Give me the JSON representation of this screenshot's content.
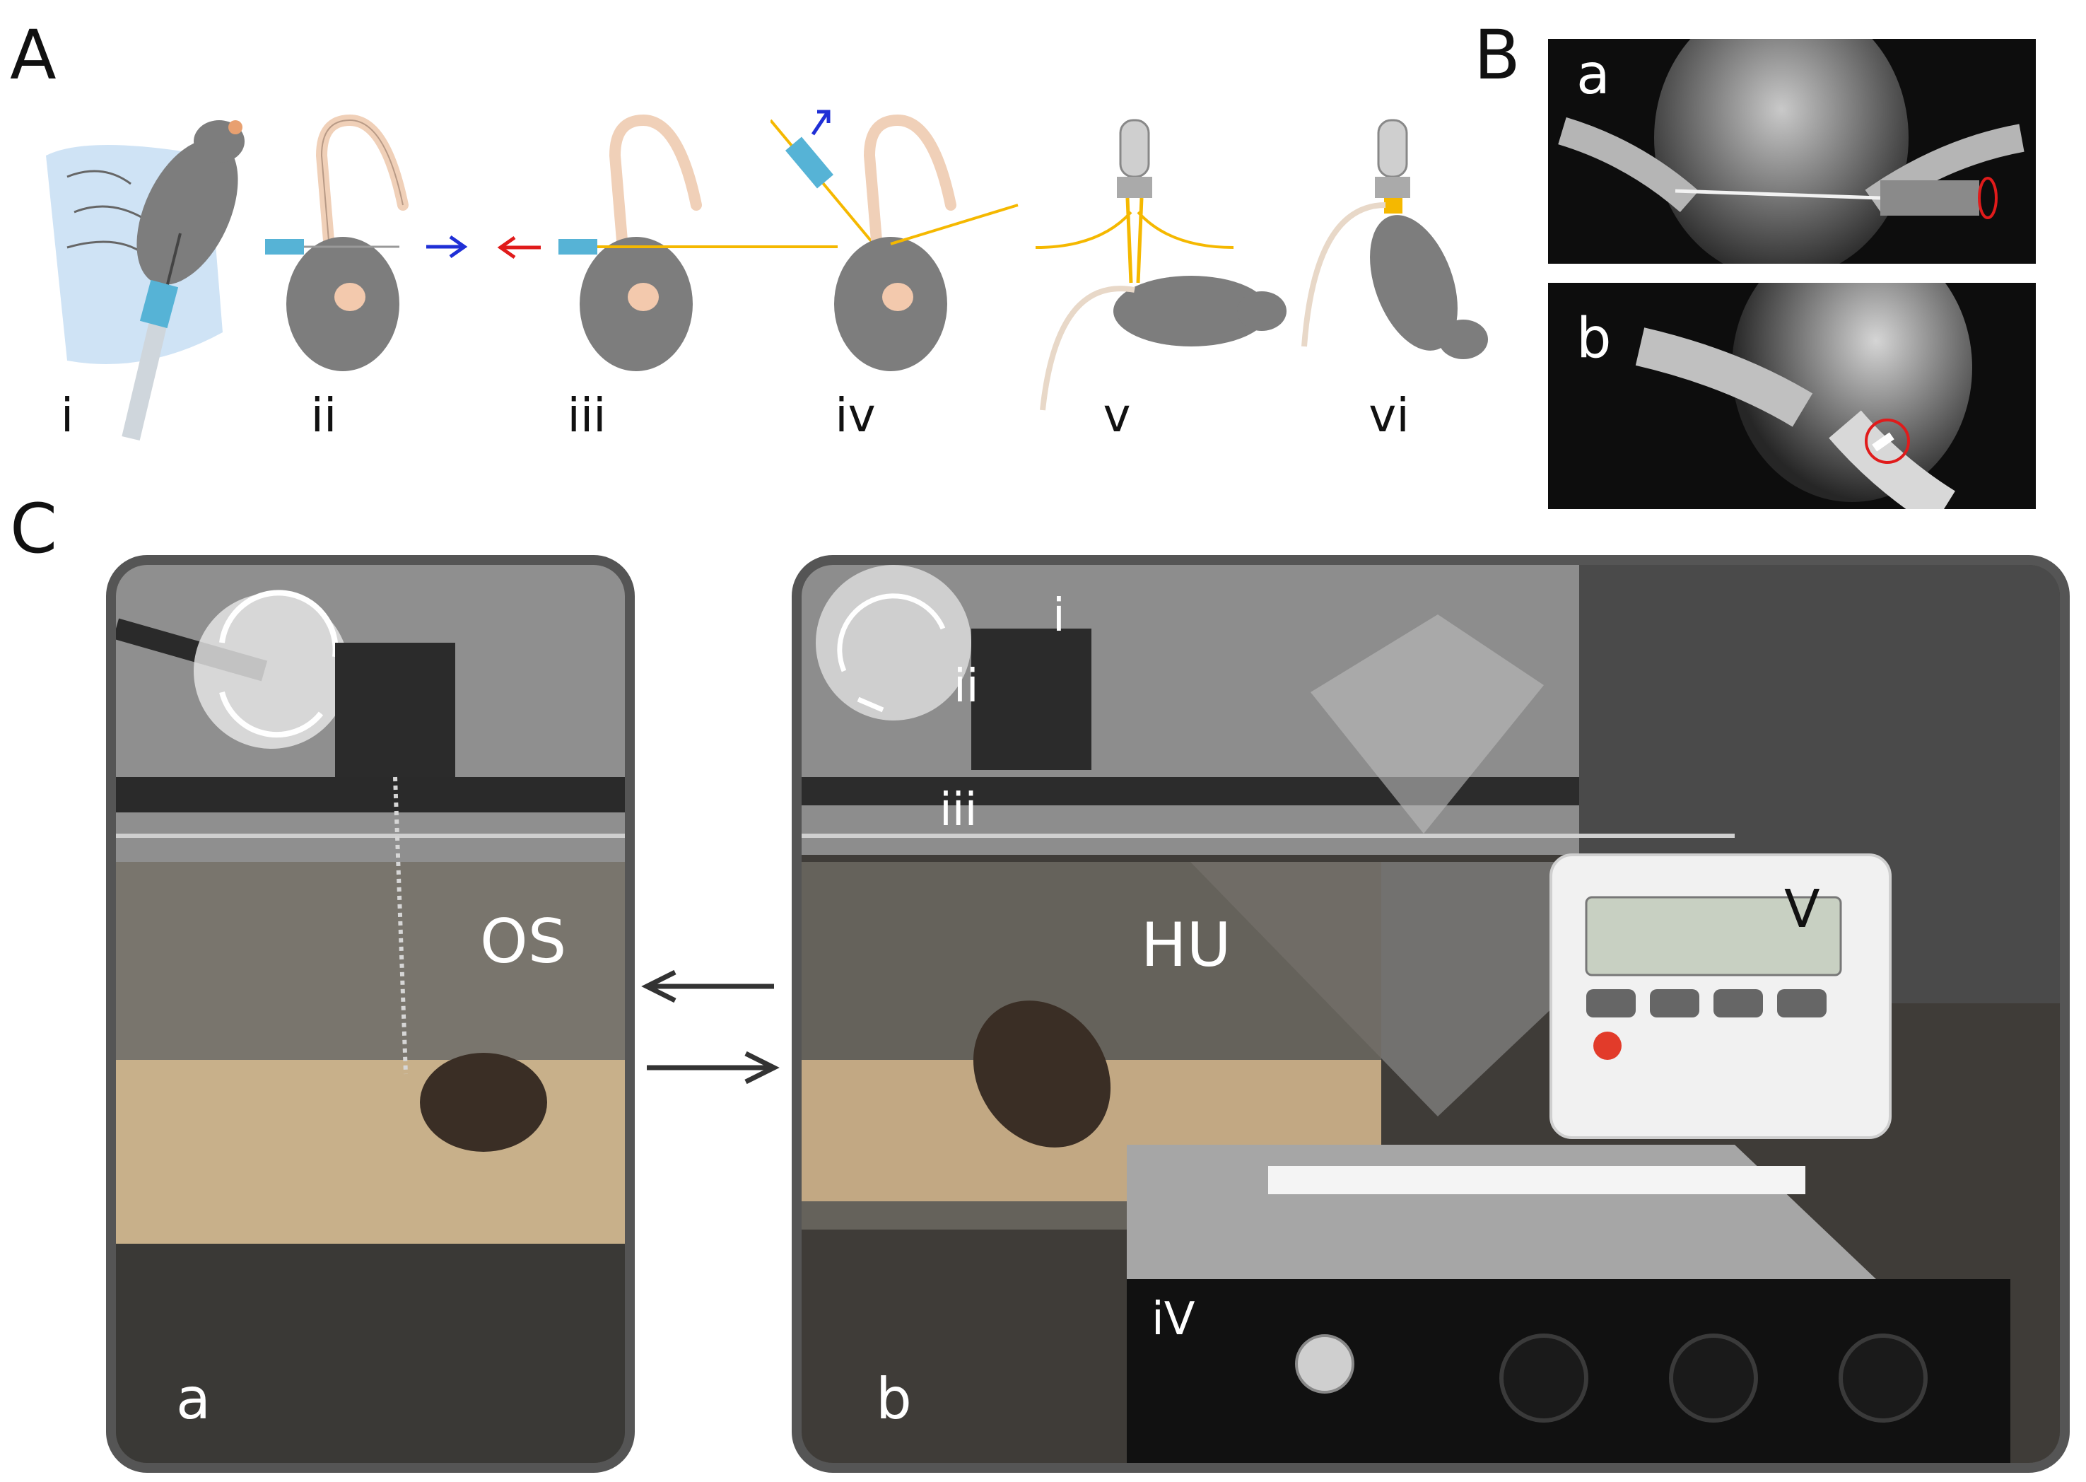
{
  "panels": {
    "A": {
      "letter": "A",
      "steps": [
        "i",
        "ii",
        "iii",
        "iv",
        "v",
        "vi"
      ]
    },
    "B": {
      "letter": "B",
      "subpanels": [
        "a",
        "b"
      ]
    },
    "C": {
      "letter": "C",
      "left": {
        "label": "a",
        "text": "OS"
      },
      "right": {
        "label": "b",
        "text": "HU",
        "parts": [
          "i",
          "ii",
          "iii",
          "iV",
          "V"
        ]
      }
    }
  },
  "colors": {
    "arrow_right": "#1f2fd6",
    "arrow_left": "#e01b1b",
    "tape": "#f5b800",
    "marker_circle": "#e01b1b",
    "frame": "#555555"
  }
}
